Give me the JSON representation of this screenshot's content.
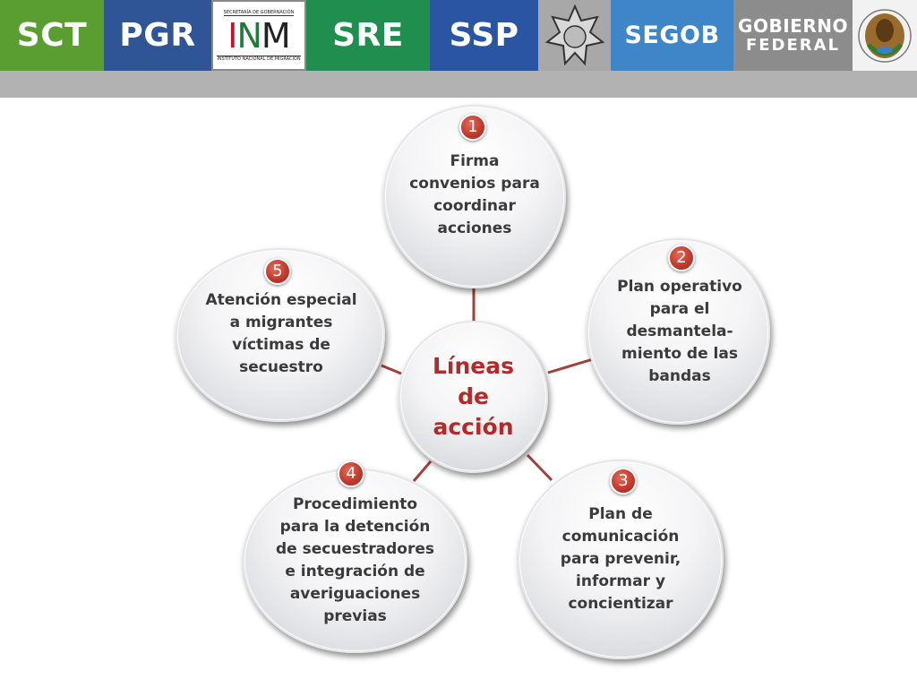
{
  "banner": {
    "logos": [
      {
        "id": "sct",
        "label": "SCT",
        "color": "#5a9e32"
      },
      {
        "id": "pgr",
        "label": "PGR",
        "color": "#2f5597"
      },
      {
        "id": "inm",
        "label": "INM",
        "top_text": "SECRETARÍA DE GOBERNACIÓN",
        "bottom_text": "INSTITUTO NACIONAL DE MIGRACIÓN",
        "color": "#ffffff"
      },
      {
        "id": "sre",
        "label": "SRE",
        "color": "#1f8e4e"
      },
      {
        "id": "ssp",
        "label": "SSP",
        "color": "#2a55a3"
      },
      {
        "id": "badge",
        "label": "",
        "color": "#a8a8a8"
      },
      {
        "id": "segob",
        "label": "SEGOB",
        "color": "#3f86c9"
      },
      {
        "id": "gobierno",
        "label": "GOBIERNO",
        "label2": "FEDERAL",
        "color": "#8c8c8c"
      },
      {
        "id": "escudo",
        "label": "",
        "color": "#f2f2f2"
      }
    ],
    "bar_color": "#b2b2b2"
  },
  "diagram": {
    "center": {
      "lines": [
        "Líneas",
        "de",
        "acción"
      ],
      "color": "#b22a2a"
    },
    "items": [
      {
        "number": "1",
        "lines": [
          "Firma",
          "convenios para",
          "coordinar",
          "acciones"
        ]
      },
      {
        "number": "2",
        "lines": [
          "Plan operativo",
          "para el",
          "desmantela-",
          "miento de las",
          "bandas"
        ]
      },
      {
        "number": "3",
        "lines": [
          "Plan de",
          "comunicación",
          "para prevenir,",
          "informar y",
          "concientizar"
        ]
      },
      {
        "number": "4",
        "lines": [
          "Procedimiento",
          "para la detención",
          "de secuestradores",
          "e integración de",
          "averiguaciones",
          "previas"
        ]
      },
      {
        "number": "5",
        "lines": [
          "Atención especial",
          "a migrantes",
          "víctimas de",
          "secuestro"
        ]
      }
    ],
    "connector_color": "#a0413a",
    "badge_color": "#c23a2e"
  }
}
